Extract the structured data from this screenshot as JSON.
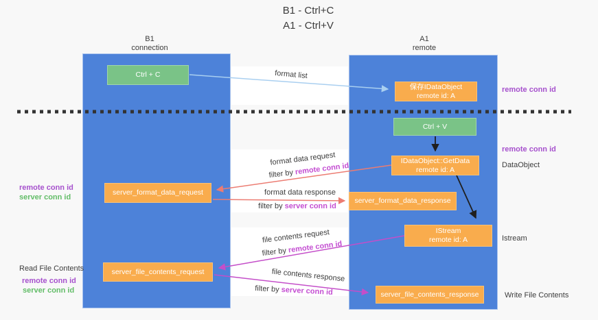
{
  "title": {
    "line1": "B1 - Ctrl+C",
    "line2": "A1 - Ctrl+V"
  },
  "columns": {
    "b1": {
      "name": "B1",
      "role": "connection"
    },
    "a1": {
      "name": "A1",
      "role": "remote"
    }
  },
  "boxes": {
    "ctrl_c": "Ctrl + C",
    "ctrl_v": "Ctrl + V",
    "save_idataobject": {
      "line1": "保存IDataObject",
      "line2": "remote id: A"
    },
    "getdata": {
      "line1": "IDataObject::GetData",
      "line2": "remote id: A"
    },
    "istream": {
      "line1": "IStream",
      "line2": "remote id: A"
    },
    "server_format_data_request": "server_format_data_request",
    "server_format_data_response": "server_format_data_response",
    "server_file_contents_request": "server_file_contents_request",
    "server_file_contents_response": "server_file_contents_response"
  },
  "arrow_labels": {
    "format_list": "format list",
    "format_data_request": "format data request",
    "format_data_response": "format data response",
    "file_contents_request": "file contents request",
    "file_contents_response": "file contents response",
    "filter_by": "filter by",
    "remote_conn_id": "remote conn id",
    "server_conn_id": "server conn id"
  },
  "annotations": {
    "remote_conn_id": "remote conn id",
    "server_conn_id": "server conn id",
    "data_object": "DataObject",
    "istream": "Istream",
    "read_file_contents": "Read File Contents",
    "write_file_contents": "Write File Contents"
  },
  "colors": {
    "page_bg": "#f8f8f8",
    "label_bg": "#ffffff",
    "column_blue": "#4d82d9",
    "column_border": "#a9c3ee",
    "box_orange": "#f9ac4d",
    "box_orange_border": "#fbc277",
    "box_green": "#7ac387",
    "box_green_border": "#a2d6a9",
    "box_text": "#ffffff",
    "arrow_blue": "#a9cff0",
    "arrow_black": "#1f1f1f",
    "arrow_salmon": "#ec7c72",
    "arrow_magenta": "#c44ec9",
    "dash": "#333333",
    "text_dark": "#3c3c3c",
    "text_purple": "#a651cd",
    "text_magenta": "#c44ed2",
    "text_green": "#63bd68"
  }
}
